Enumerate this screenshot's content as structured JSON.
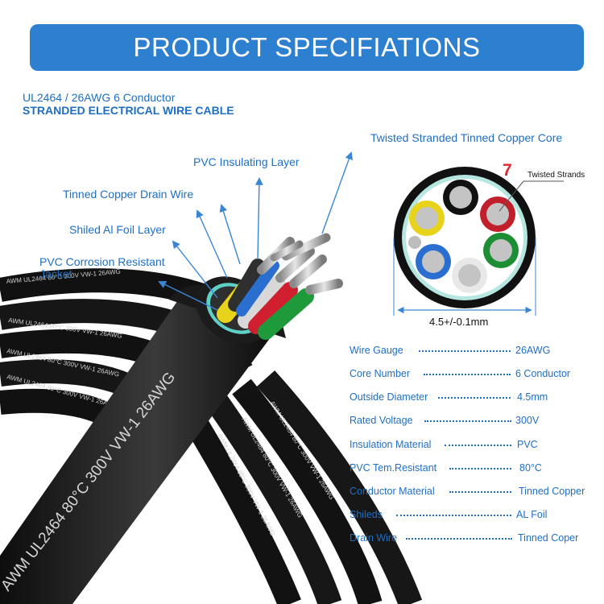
{
  "header": {
    "title": "PRODUCT SPECIFIATIONS",
    "subtitle": "UL2464 / 26AWG 6 Conductor",
    "subtitle_bold": "STRANDED ELECTRICAL WIRE CABLE"
  },
  "callouts": {
    "core": "Twisted Stranded Tinned Copper Core",
    "pvc_insulating": "PVC Insulating Layer",
    "drain_wire": "Tinned Copper Drain Wire",
    "foil": "Shiled Al Foil Layer",
    "jacket_line1": "PVC Corrosion Resistant",
    "jacket_line2": "Jacket"
  },
  "cross_section": {
    "strand_count": "7",
    "strand_label": "Twisted Strands",
    "diameter": "4.5+/-0.1mm"
  },
  "cable_print": {
    "big": "AWM UL2464 80°C 300V VW-1 26AWG",
    "small": "AWM UL2464 80°C 300V VW-1 26AWG"
  },
  "specs": [
    {
      "label": "Wire Gauge",
      "value": "26AWG"
    },
    {
      "label": "Core Number",
      "value": "6 Conductor"
    },
    {
      "label": "Outside Diameter",
      "value": "4.5mm"
    },
    {
      "label": "Rated Voltage",
      "value": "300V"
    },
    {
      "label": "Insulation Material",
      "value": "PVC"
    },
    {
      "label": "PVC Tem.Resistant",
      "value": "80°C"
    },
    {
      "label": "Conductor Material",
      "value": "Tinned Copper"
    },
    {
      "label": "Shileds",
      "value": "AL Foil"
    },
    {
      "label": "Drain Wire",
      "value": "Tinned Coper"
    }
  ],
  "colors": {
    "banner": "#2d7fd0",
    "text_blue": "#1e6fc4",
    "cable_black": "#1a1a1a",
    "accent_red": "#e0262d"
  }
}
